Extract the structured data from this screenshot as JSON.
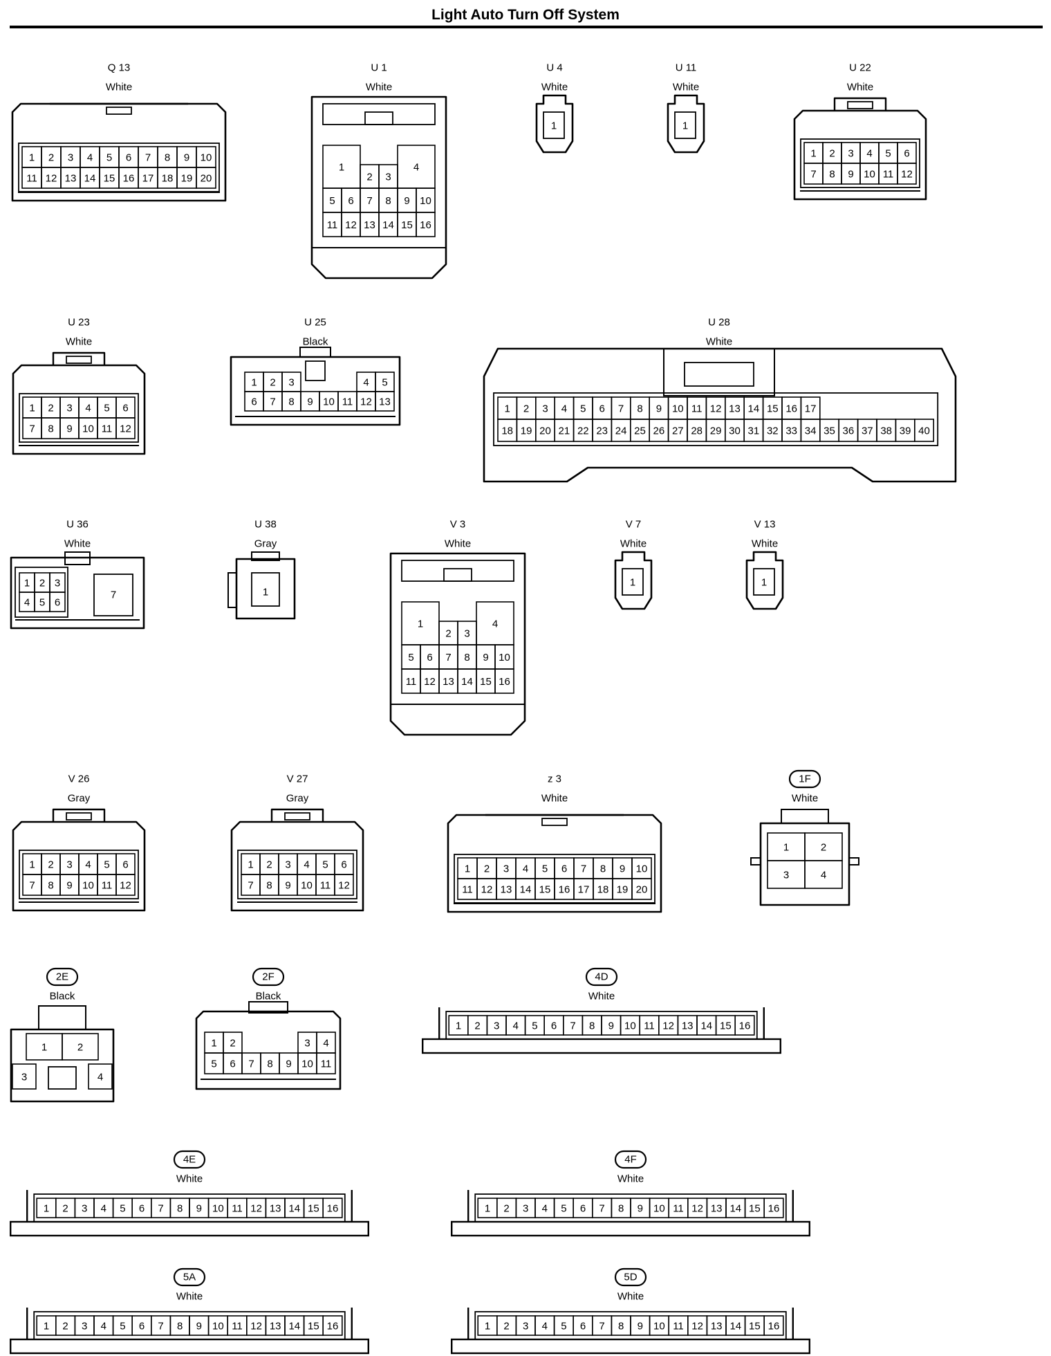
{
  "title": "Light Auto Turn Off System",
  "connectors": [
    {
      "id": "Q 13",
      "color": "White",
      "kind": "box-2row",
      "rows": [
        [
          "1",
          "2",
          "3",
          "4",
          "5",
          "6",
          "7",
          "8",
          "9",
          "10"
        ],
        [
          "11",
          "12",
          "13",
          "14",
          "15",
          "16",
          "17",
          "18",
          "19",
          "20"
        ]
      ]
    },
    {
      "id": "U 1",
      "color": "White",
      "kind": "tall-16",
      "pins": [
        "1",
        "2",
        "3",
        "4",
        "5",
        "6",
        "7",
        "8",
        "9",
        "10",
        "11",
        "12",
        "13",
        "14",
        "15",
        "16"
      ]
    },
    {
      "id": "U 4",
      "color": "White",
      "kind": "single",
      "pins": [
        "1"
      ]
    },
    {
      "id": "U 11",
      "color": "White",
      "kind": "single",
      "pins": [
        "1"
      ]
    },
    {
      "id": "U 22",
      "color": "White",
      "kind": "box-2row",
      "rows": [
        [
          "1",
          "2",
          "3",
          "4",
          "5",
          "6"
        ],
        [
          "7",
          "8",
          "9",
          "10",
          "11",
          "12"
        ]
      ]
    },
    {
      "id": "U 23",
      "color": "White",
      "kind": "box-2row",
      "rows": [
        [
          "1",
          "2",
          "3",
          "4",
          "5",
          "6"
        ],
        [
          "7",
          "8",
          "9",
          "10",
          "11",
          "12"
        ]
      ]
    },
    {
      "id": "U 25",
      "color": "Black",
      "kind": "split-13",
      "pins": [
        "1",
        "2",
        "3",
        "4",
        "5",
        "6",
        "7",
        "8",
        "9",
        "10",
        "11",
        "12",
        "13"
      ]
    },
    {
      "id": "U 28",
      "color": "White",
      "kind": "wide-40",
      "rows": [
        [
          "1",
          "2",
          "3",
          "4",
          "5",
          "6",
          "7",
          "8",
          "9",
          "",
          "",
          "",
          "",
          "",
          "",
          "",
          "10",
          "11",
          "12",
          "13",
          "14",
          "15",
          "16",
          "17"
        ],
        [
          "18",
          "19",
          "20",
          "21",
          "22",
          "23",
          "24",
          "25",
          "26",
          "27",
          "28",
          "29",
          "30",
          "31",
          "32",
          "33",
          "34",
          "35",
          "36",
          "37",
          "38",
          "39",
          "40"
        ]
      ]
    },
    {
      "id": "U 36",
      "color": "White",
      "kind": "seven",
      "pins": [
        "1",
        "2",
        "3",
        "4",
        "5",
        "6",
        "7"
      ]
    },
    {
      "id": "U 38",
      "color": "Gray",
      "kind": "single-gray",
      "pins": [
        "1"
      ]
    },
    {
      "id": "V 3",
      "color": "White",
      "kind": "tall-16",
      "pins": [
        "1",
        "2",
        "3",
        "4",
        "5",
        "6",
        "7",
        "8",
        "9",
        "10",
        "11",
        "12",
        "13",
        "14",
        "15",
        "16"
      ]
    },
    {
      "id": "V 7",
      "color": "White",
      "kind": "single",
      "pins": [
        "1"
      ]
    },
    {
      "id": "V 13",
      "color": "White",
      "kind": "single",
      "pins": [
        "1"
      ]
    },
    {
      "id": "V 26",
      "color": "Gray",
      "kind": "box-2row",
      "rows": [
        [
          "1",
          "2",
          "3",
          "4",
          "5",
          "6"
        ],
        [
          "7",
          "8",
          "9",
          "10",
          "11",
          "12"
        ]
      ]
    },
    {
      "id": "V 27",
      "color": "Gray",
      "kind": "box-2row",
      "rows": [
        [
          "1",
          "2",
          "3",
          "4",
          "5",
          "6"
        ],
        [
          "7",
          "8",
          "9",
          "10",
          "11",
          "12"
        ]
      ]
    },
    {
      "id": "z 3",
      "color": "White",
      "kind": "box-2row",
      "rows": [
        [
          "1",
          "2",
          "3",
          "4",
          "5",
          "6",
          "7",
          "8",
          "9",
          "10"
        ],
        [
          "11",
          "12",
          "13",
          "14",
          "15",
          "16",
          "17",
          "18",
          "19",
          "20"
        ]
      ]
    },
    {
      "id": "1F",
      "color": "White",
      "kind": "quad",
      "circled": true,
      "pins": [
        "1",
        "2",
        "3",
        "4"
      ]
    },
    {
      "id": "2E",
      "color": "Black",
      "kind": "quad-b",
      "circled": true,
      "pins": [
        "1",
        "2",
        "3",
        "4"
      ]
    },
    {
      "id": "2F",
      "color": "Black",
      "kind": "split-11",
      "circled": true,
      "pins": [
        "1",
        "2",
        "3",
        "4",
        "5",
        "6",
        "7",
        "8",
        "9",
        "10",
        "11"
      ]
    },
    {
      "id": "4D",
      "color": "White",
      "kind": "strip-16",
      "circled": true,
      "pins": [
        "1",
        "2",
        "3",
        "4",
        "5",
        "6",
        "7",
        "8",
        "9",
        "10",
        "11",
        "12",
        "13",
        "14",
        "15",
        "16"
      ]
    },
    {
      "id": "4E",
      "color": "White",
      "kind": "strip-16",
      "circled": true,
      "pins": [
        "1",
        "2",
        "3",
        "4",
        "5",
        "6",
        "7",
        "8",
        "9",
        "10",
        "11",
        "12",
        "13",
        "14",
        "15",
        "16"
      ]
    },
    {
      "id": "4F",
      "color": "White",
      "kind": "strip-16",
      "circled": true,
      "pins": [
        "1",
        "2",
        "3",
        "4",
        "5",
        "6",
        "7",
        "8",
        "9",
        "10",
        "11",
        "12",
        "13",
        "14",
        "15",
        "16"
      ]
    },
    {
      "id": "5A",
      "color": "White",
      "kind": "strip-16",
      "circled": true,
      "pins": [
        "1",
        "2",
        "3",
        "4",
        "5",
        "6",
        "7",
        "8",
        "9",
        "10",
        "11",
        "12",
        "13",
        "14",
        "15",
        "16"
      ]
    },
    {
      "id": "5D",
      "color": "White",
      "kind": "strip-16",
      "circled": true,
      "pins": [
        "1",
        "2",
        "3",
        "4",
        "5",
        "6",
        "7",
        "8",
        "9",
        "10",
        "11",
        "12",
        "13",
        "14",
        "15",
        "16"
      ]
    }
  ]
}
